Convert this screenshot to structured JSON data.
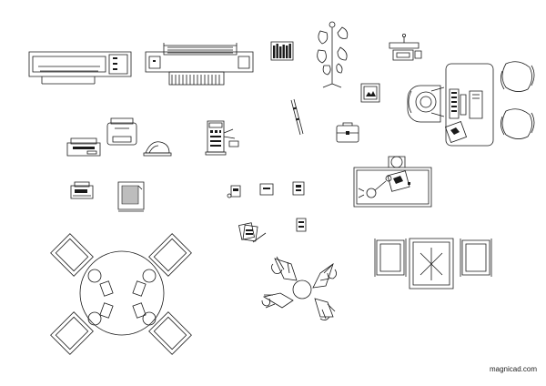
{
  "sheet": {
    "watermark": "magnicad.com"
  },
  "symbols": [
    {
      "id": "plotter",
      "icon": "plotter-icon"
    },
    {
      "id": "wide-format-printer",
      "icon": "wide-printer-icon"
    },
    {
      "id": "binders-shelf",
      "icon": "binders-icon"
    },
    {
      "id": "coat-stand",
      "icon": "coat-stand-icon"
    },
    {
      "id": "desk-lamp-phone",
      "icon": "desk-phone-icon"
    },
    {
      "id": "inkjet-printers",
      "icon": "printer-icon"
    },
    {
      "id": "copier",
      "icon": "copier-icon"
    },
    {
      "id": "wall-shelf",
      "icon": "shelf-icon"
    },
    {
      "id": "framed-picture",
      "icon": "picture-frame-icon"
    },
    {
      "id": "briefcase",
      "icon": "briefcase-icon"
    },
    {
      "id": "workstation-chairs",
      "icon": "workstation-icon"
    },
    {
      "id": "fax-machine",
      "icon": "fax-icon"
    },
    {
      "id": "paper-tray",
      "icon": "paper-tray-icon"
    },
    {
      "id": "telephones",
      "icon": "telephone-icon"
    },
    {
      "id": "papers-pen",
      "icon": "papers-icon"
    },
    {
      "id": "executive-desk",
      "icon": "desk-icon"
    },
    {
      "id": "round-meeting-table",
      "icon": "round-table-icon"
    },
    {
      "id": "four-chair-cluster",
      "icon": "chair-cluster-icon"
    },
    {
      "id": "lounge-chairs-table",
      "icon": "lounge-set-icon"
    }
  ]
}
